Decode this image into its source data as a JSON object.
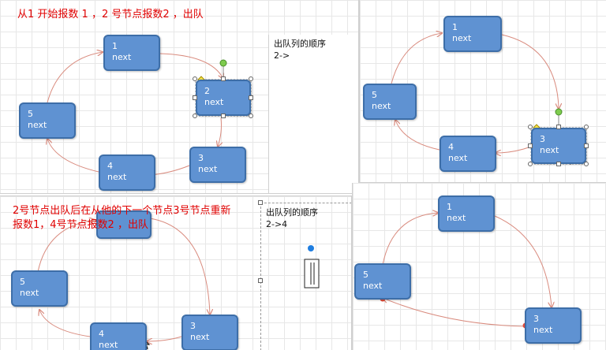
{
  "panel1": {
    "caption": "从1 开始报数 1 ，2 号节点报数2 ，出队",
    "queue_title": "出队列的顺序",
    "queue_value": "2->",
    "nodes": [
      {
        "label": "1",
        "field": "next"
      },
      {
        "label": "2",
        "field": "next"
      },
      {
        "label": "3",
        "field": "next"
      },
      {
        "label": "4",
        "field": "next"
      },
      {
        "label": "5",
        "field": "next"
      }
    ]
  },
  "panel2": {
    "nodes": [
      {
        "label": "1",
        "field": "next"
      },
      {
        "label": "3",
        "field": "next"
      },
      {
        "label": "4",
        "field": "next"
      },
      {
        "label": "5",
        "field": "next"
      }
    ]
  },
  "panel3": {
    "caption_line1": "2号节点出队后在从他的下一个节点3号节点重新",
    "caption_line2": "报数1，4号节点报数2 ，出队",
    "queue_title": "出队列的顺序",
    "queue_value": "2->4",
    "nodes": [
      {
        "label": "3",
        "field": "next"
      },
      {
        "label": "4",
        "field": "next"
      },
      {
        "label": "5",
        "field": "next"
      }
    ]
  },
  "panel4": {
    "nodes": [
      {
        "label": "1",
        "field": "next"
      },
      {
        "label": "3",
        "field": "next"
      },
      {
        "label": "5",
        "field": "next"
      }
    ]
  },
  "colors": {
    "node_fill": "#5f92d2",
    "node_border": "#3d6ea8",
    "arrow": "#d98b7e",
    "caption": "#e00000"
  }
}
